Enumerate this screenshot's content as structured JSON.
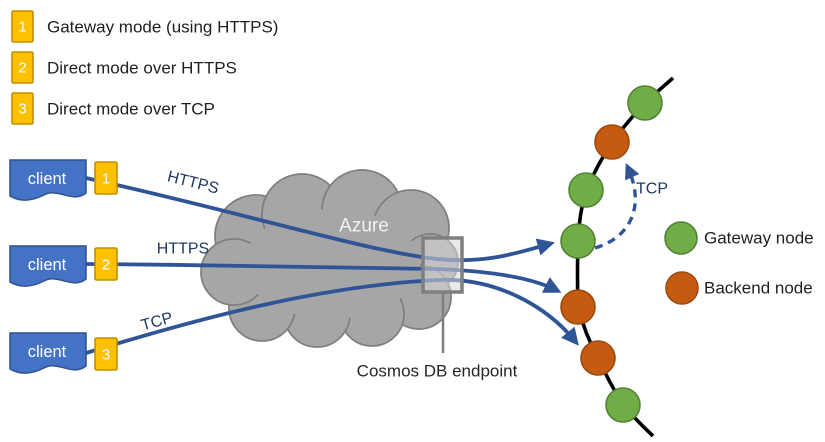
{
  "legend_modes": {
    "items": [
      {
        "number": "1",
        "label": "Gateway mode (using HTTPS)"
      },
      {
        "number": "2",
        "label": "Direct mode over HTTPS"
      },
      {
        "number": "3",
        "label": "Direct mode over TCP"
      }
    ]
  },
  "clients": [
    {
      "label": "client",
      "badge": "1",
      "connection_label": "HTTPS"
    },
    {
      "label": "client",
      "badge": "2",
      "connection_label": "HTTPS"
    },
    {
      "label": "client",
      "badge": "3",
      "connection_label": "TCP"
    }
  ],
  "cloud": {
    "label": "Azure"
  },
  "endpoint": {
    "label": "Cosmos DB endpoint"
  },
  "ring": {
    "tcp_loop_label": "TCP",
    "nodes": [
      "gateway",
      "backend",
      "gateway",
      "gateway",
      "backend",
      "backend",
      "gateway"
    ]
  },
  "node_legend": {
    "items": [
      {
        "type": "gateway",
        "label": "Gateway node"
      },
      {
        "type": "backend",
        "label": "Backend node"
      }
    ]
  },
  "colors": {
    "connection_blue": "#2F5597",
    "connection_label_blue": "#203864",
    "client_fill": "#4472C4",
    "client_border": "#2F528F",
    "badge_fill": "#FFC000",
    "badge_border": "#BF9000",
    "cloud_fill": "#A6A6A6",
    "cloud_border": "#7F7F7F",
    "gateway_node_fill": "#70AD47",
    "gateway_node_border": "#548235",
    "backend_node_fill": "#C55A11",
    "backend_node_border": "#9A4B10",
    "endpoint_fill": "#D9D9D9",
    "endpoint_border": "#7F7F7F",
    "ring_line": "#000000"
  }
}
